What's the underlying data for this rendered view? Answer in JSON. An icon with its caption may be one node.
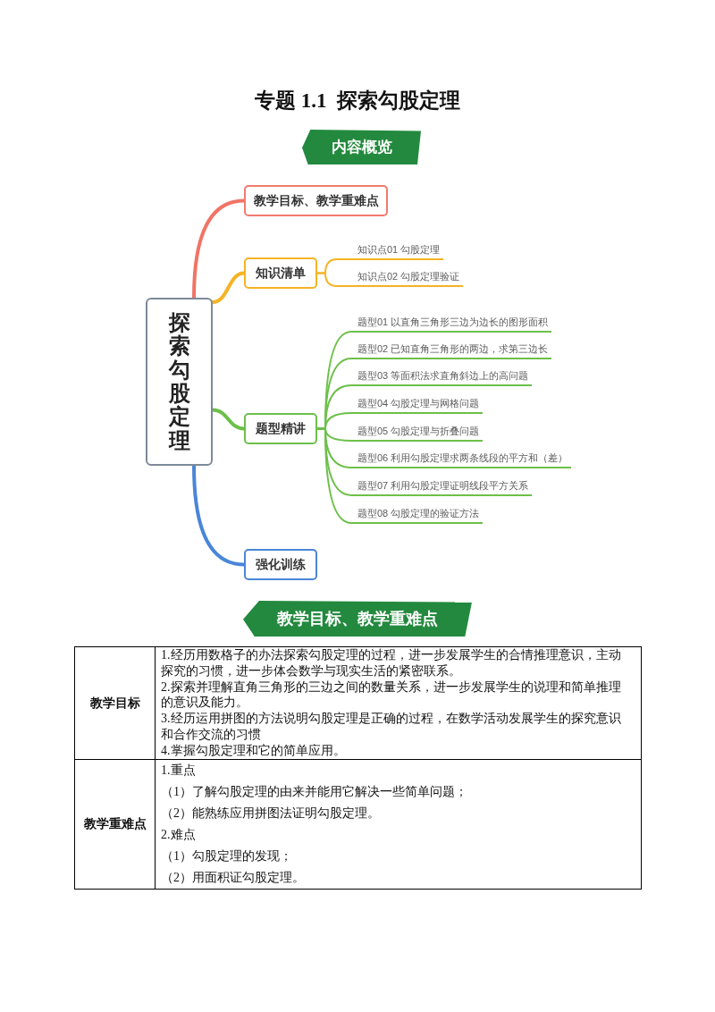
{
  "diagram": {
    "title": "专题 1.1  探索勾股定理",
    "nodes": [
      {
        "text": [
          "内容概览"
        ]
      },
      {
        "text": [
          "探索勾股定理"
        ]
      },
      {
        "text": [
          "教学目标、教学重难点"
        ]
      },
      {
        "text": [
          "知识清单"
        ]
      },
      {
        "text": [
          "知识点01 勾股定理"
        ]
      },
      {
        "text": [
          "知识点02 勾股定理验证"
        ]
      },
      {
        "text": [
          "题型精讲"
        ]
      },
      {
        "text": [
          "题型01 以直角三角形三边为边长的图形面积"
        ]
      },
      {
        "text": [
          "题型02 已知直角三角形的两边，求第三边长"
        ]
      },
      {
        "text": [
          "题型03 等面积法求直角斜边上的高问题"
        ]
      },
      {
        "text": [
          "题型04 勾股定理与网格问题"
        ]
      },
      {
        "text": [
          "题型05 勾股定理与折叠问题"
        ]
      },
      {
        "text": [
          "题型06 利用勾股定理求两条线段的平方和（差）"
        ]
      },
      {
        "text": [
          "题型07 利用勾股定理证明线段平方关系"
        ]
      },
      {
        "text": [
          "题型08 勾股定理的验证方法"
        ]
      },
      {
        "text": [
          "强化训练"
        ]
      },
      {
        "text": [
          "教学目标、教学重难点"
        ]
      }
    ],
    "edges": [
      {
        "from": 1,
        "to": 2,
        "arrow": "none",
        "style": "thick",
        "color": "#f07466"
      },
      {
        "from": 1,
        "to": 3,
        "arrow": "none",
        "style": "thick",
        "color": "#f5b324"
      },
      {
        "from": 3,
        "to": 4,
        "arrow": "none",
        "color": "#f5b324"
      },
      {
        "from": 3,
        "to": 5,
        "arrow": "none",
        "color": "#f5b324"
      },
      {
        "from": 1,
        "to": 6,
        "arrow": "none",
        "style": "thick"
      },
      {
        "from": 6,
        "to": 7,
        "arrow": "none"
      },
      {
        "from": 6,
        "to": 8,
        "arrow": "none"
      },
      {
        "from": 6,
        "to": 9,
        "arrow": "none"
      },
      {
        "from": 6,
        "to": 10,
        "arrow": "none"
      },
      {
        "from": 6,
        "to": 11,
        "arrow": "none"
      },
      {
        "from": 6,
        "to": 12,
        "arrow": "none"
      },
      {
        "from": 6,
        "to": 13,
        "arrow": "none"
      },
      {
        "from": 6,
        "to": 14,
        "arrow": "none"
      },
      {
        "from": 1,
        "to": 15,
        "arrow": "none",
        "style": "thick",
        "color": "#4a86d8"
      }
    ],
    "labels": [
      "教学目标",
      "1.经历用数格子的办法探索勾股定理的过程，进一步发展学生的合情推理意识，主动探究的习惯，进一步体会数学与现实生活的紧密联系。",
      "2.探索并理解直角三角形的三边之间的数量关系，进一步发展学生的说理和简单推理的意识及能力。",
      "3.经历运用拼图的方法说明勾股定理是正确的过程，在数学活动发展学生的探究意识和合作交流的习惯",
      "4.掌握勾股定理和它的简单应用。",
      "教学重难点",
      "1.重点",
      "（1）了解勾股定理的由来并能用它解决一些简单问题；",
      "（2）能熟练应用拼图法证明勾股定理。",
      "2.难点",
      "（1）勾股定理的发现；",
      "（2）用面积证勾股定理。"
    ]
  }
}
